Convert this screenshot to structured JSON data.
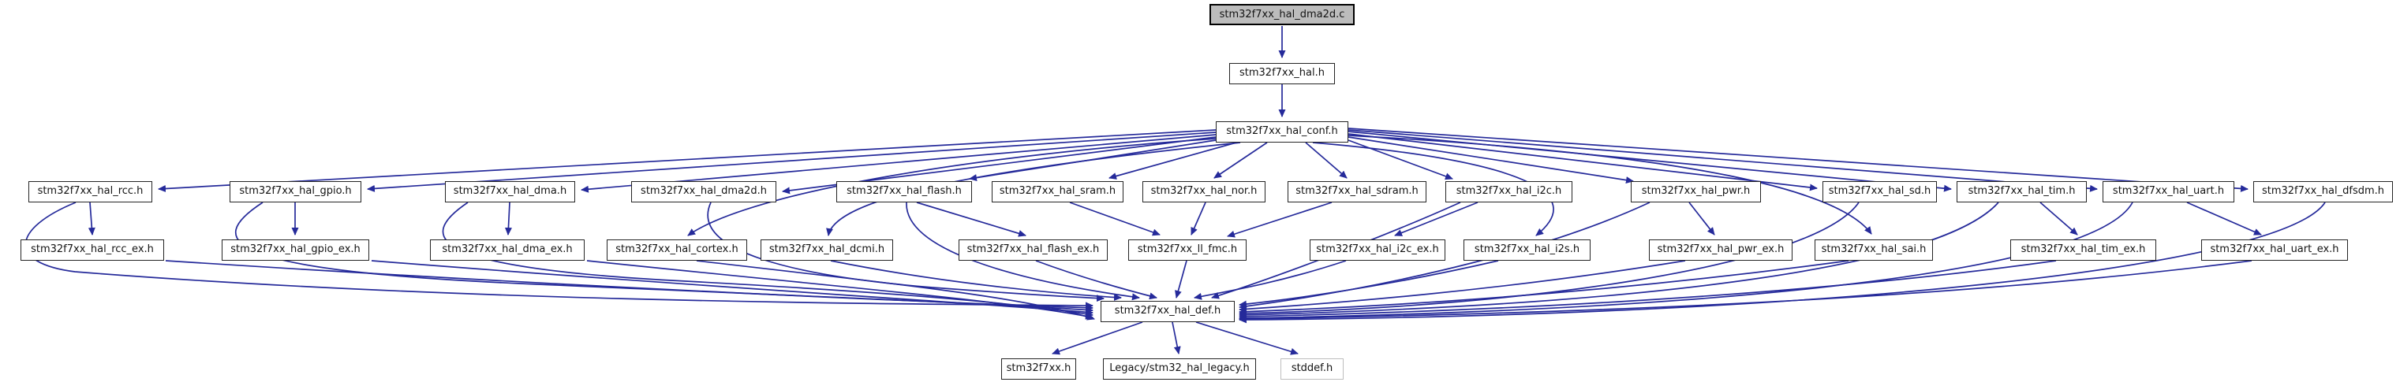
{
  "diagram": {
    "type": "include-dependency-graph",
    "colors": {
      "edge": "#252a9a",
      "node_border": "#242424",
      "node_fill": "#ffffff",
      "root_fill": "#bcbcbc",
      "external_border": "#bdbdbd",
      "text": "#131313",
      "background": "#ffffff"
    },
    "nodes": {
      "dma2d_c": {
        "label": "stm32f7xx_hal_dma2d.c",
        "type": "root"
      },
      "hal": {
        "label": "stm32f7xx_hal.h"
      },
      "conf": {
        "label": "stm32f7xx_hal_conf.h"
      },
      "rcc": {
        "label": "stm32f7xx_hal_rcc.h"
      },
      "gpio": {
        "label": "stm32f7xx_hal_gpio.h"
      },
      "dma": {
        "label": "stm32f7xx_hal_dma.h"
      },
      "dma2d_h": {
        "label": "stm32f7xx_hal_dma2d.h"
      },
      "flash": {
        "label": "stm32f7xx_hal_flash.h"
      },
      "sram": {
        "label": "stm32f7xx_hal_sram.h"
      },
      "nor": {
        "label": "stm32f7xx_hal_nor.h"
      },
      "sdram": {
        "label": "stm32f7xx_hal_sdram.h"
      },
      "i2c": {
        "label": "stm32f7xx_hal_i2c.h"
      },
      "pwr": {
        "label": "stm32f7xx_hal_pwr.h"
      },
      "sd": {
        "label": "stm32f7xx_hal_sd.h"
      },
      "tim": {
        "label": "stm32f7xx_hal_tim.h"
      },
      "uart": {
        "label": "stm32f7xx_hal_uart.h"
      },
      "dfsdm": {
        "label": "stm32f7xx_hal_dfsdm.h"
      },
      "rcc_ex": {
        "label": "stm32f7xx_hal_rcc_ex.h"
      },
      "gpio_ex": {
        "label": "stm32f7xx_hal_gpio_ex.h"
      },
      "dma_ex": {
        "label": "stm32f7xx_hal_dma_ex.h"
      },
      "cortex": {
        "label": "stm32f7xx_hal_cortex.h"
      },
      "dcmi": {
        "label": "stm32f7xx_hal_dcmi.h"
      },
      "flash_ex": {
        "label": "stm32f7xx_hal_flash_ex.h"
      },
      "ll_fmc": {
        "label": "stm32f7xx_ll_fmc.h"
      },
      "i2c_ex": {
        "label": "stm32f7xx_hal_i2c_ex.h"
      },
      "i2s": {
        "label": "stm32f7xx_hal_i2s.h"
      },
      "pwr_ex": {
        "label": "stm32f7xx_hal_pwr_ex.h"
      },
      "sai": {
        "label": "stm32f7xx_hal_sai.h"
      },
      "tim_ex": {
        "label": "stm32f7xx_hal_tim_ex.h"
      },
      "uart_ex": {
        "label": "stm32f7xx_hal_uart_ex.h"
      },
      "def": {
        "label": "stm32f7xx_hal_def.h"
      },
      "f7xx": {
        "label": "stm32f7xx.h"
      },
      "legacy": {
        "label": "Legacy/stm32_hal_legacy.h"
      },
      "stddef": {
        "label": "stddef.h",
        "type": "external"
      }
    },
    "edges": [
      [
        "dma2d_c",
        "hal"
      ],
      [
        "hal",
        "conf"
      ],
      [
        "conf",
        "rcc"
      ],
      [
        "conf",
        "gpio"
      ],
      [
        "conf",
        "dma"
      ],
      [
        "conf",
        "dma2d_h"
      ],
      [
        "conf",
        "flash"
      ],
      [
        "conf",
        "sram"
      ],
      [
        "conf",
        "nor"
      ],
      [
        "conf",
        "sdram"
      ],
      [
        "conf",
        "i2c"
      ],
      [
        "conf",
        "pwr"
      ],
      [
        "conf",
        "sd"
      ],
      [
        "conf",
        "tim"
      ],
      [
        "conf",
        "uart"
      ],
      [
        "conf",
        "dfsdm"
      ],
      [
        "conf",
        "cortex"
      ],
      [
        "conf",
        "dcmi"
      ],
      [
        "conf",
        "i2s"
      ],
      [
        "conf",
        "sai"
      ],
      [
        "rcc",
        "rcc_ex"
      ],
      [
        "gpio",
        "gpio_ex"
      ],
      [
        "dma",
        "dma_ex"
      ],
      [
        "flash",
        "flash_ex"
      ],
      [
        "sram",
        "ll_fmc"
      ],
      [
        "nor",
        "ll_fmc"
      ],
      [
        "sdram",
        "ll_fmc"
      ],
      [
        "i2c",
        "i2c_ex"
      ],
      [
        "pwr",
        "pwr_ex"
      ],
      [
        "tim",
        "tim_ex"
      ],
      [
        "uart",
        "uart_ex"
      ],
      [
        "rcc",
        "def"
      ],
      [
        "rcc_ex",
        "def"
      ],
      [
        "gpio",
        "def"
      ],
      [
        "gpio_ex",
        "def"
      ],
      [
        "dma",
        "def"
      ],
      [
        "dma_ex",
        "def"
      ],
      [
        "cortex",
        "def"
      ],
      [
        "dma2d_h",
        "def"
      ],
      [
        "dcmi",
        "def"
      ],
      [
        "flash",
        "def"
      ],
      [
        "flash_ex",
        "def"
      ],
      [
        "ll_fmc",
        "def"
      ],
      [
        "i2c",
        "def"
      ],
      [
        "i2c_ex",
        "def"
      ],
      [
        "i2s",
        "def"
      ],
      [
        "pwr",
        "def"
      ],
      [
        "pwr_ex",
        "def"
      ],
      [
        "sai",
        "def"
      ],
      [
        "sd",
        "def"
      ],
      [
        "tim",
        "def"
      ],
      [
        "tim_ex",
        "def"
      ],
      [
        "uart",
        "def"
      ],
      [
        "uart_ex",
        "def"
      ],
      [
        "dfsdm",
        "def"
      ],
      [
        "def",
        "f7xx"
      ],
      [
        "def",
        "legacy"
      ],
      [
        "def",
        "stddef"
      ]
    ]
  }
}
